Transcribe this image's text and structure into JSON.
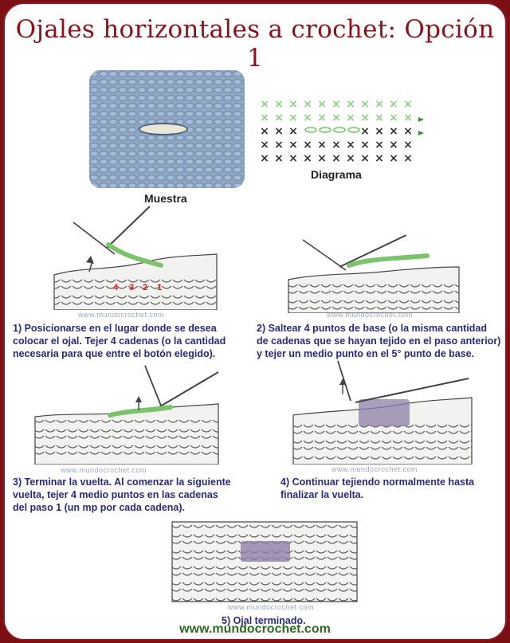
{
  "title": "Ojales horizontales a crochet: Opción 1",
  "swatch_label": "Muestra",
  "diagram_label": "Diagrama",
  "watermark": "www.mundocrochet.com",
  "footer_url": "www.mundocrochet.com",
  "step1_numbers": [
    "4",
    "3",
    "2",
    "1"
  ],
  "steps": [
    {
      "lines": [
        "1) Posicionarse en el lugar donde se desea",
        "colocar el ojal. Tejer 4 cadenas (o la cantidad",
        "necesaria para que entre el botón elegido)."
      ]
    },
    {
      "lines": [
        "2) Saltear 4 puntos de base (o la misma cantidad",
        "de cadenas que se hayan tejido en el paso anterior)",
        "y tejer un medio punto en el 5° punto de base."
      ]
    },
    {
      "lines": [
        "3) Terminar la vuelta. Al comenzar la siguiente",
        "vuelta, tejer 4 medio puntos en las cadenas",
        "del paso 1 (un mp por cada cadena)."
      ]
    },
    {
      "lines": [
        "4) Continuar tejiendo normalmente hasta",
        "finalizar la vuelta."
      ]
    },
    {
      "lines": [
        "5) Ojal terminado."
      ]
    }
  ],
  "colors": {
    "frame": "#7a0f14",
    "title": "#8a1218",
    "caption": "#2a2a7a",
    "url": "#2e6b21",
    "swatch": "#8aa3c0",
    "accent_green": "#7cc36e",
    "accent_purple": "#8e7ea8"
  }
}
